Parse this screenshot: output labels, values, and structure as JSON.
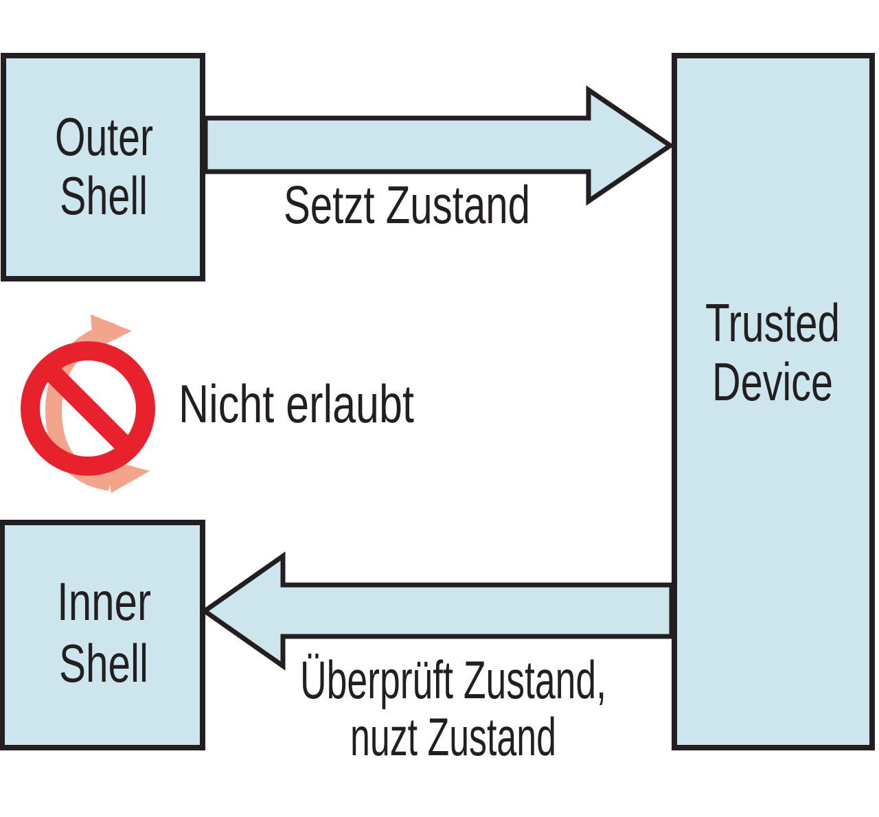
{
  "figure": {
    "type": "flow-diagram",
    "background": "#ffffff",
    "colors": {
      "background": "#ffffff",
      "box-fill": "#cde5ed",
      "ink": "#231f20",
      "prohibit-red": "#e8222d",
      "cycle-salmon": "#f2a48c"
    },
    "nodes": {
      "outer_shell": {
        "line1": "Outer",
        "line2": "Shell"
      },
      "trusted_device": {
        "line1": "Trusted",
        "line2": "Device"
      },
      "inner_shell": {
        "line1": "Inner",
        "line2": "Shell"
      }
    },
    "edges": {
      "set_state": {
        "label": "Setzt Zustand"
      },
      "verify_state": {
        "label_line1": "Überprüft Zustand,",
        "label_line2": "nuzt Zustand"
      }
    },
    "prohibition": {
      "label": "Nicht erlaubt",
      "icon": "no-symbol-over-cycle-arrow-icon"
    }
  }
}
